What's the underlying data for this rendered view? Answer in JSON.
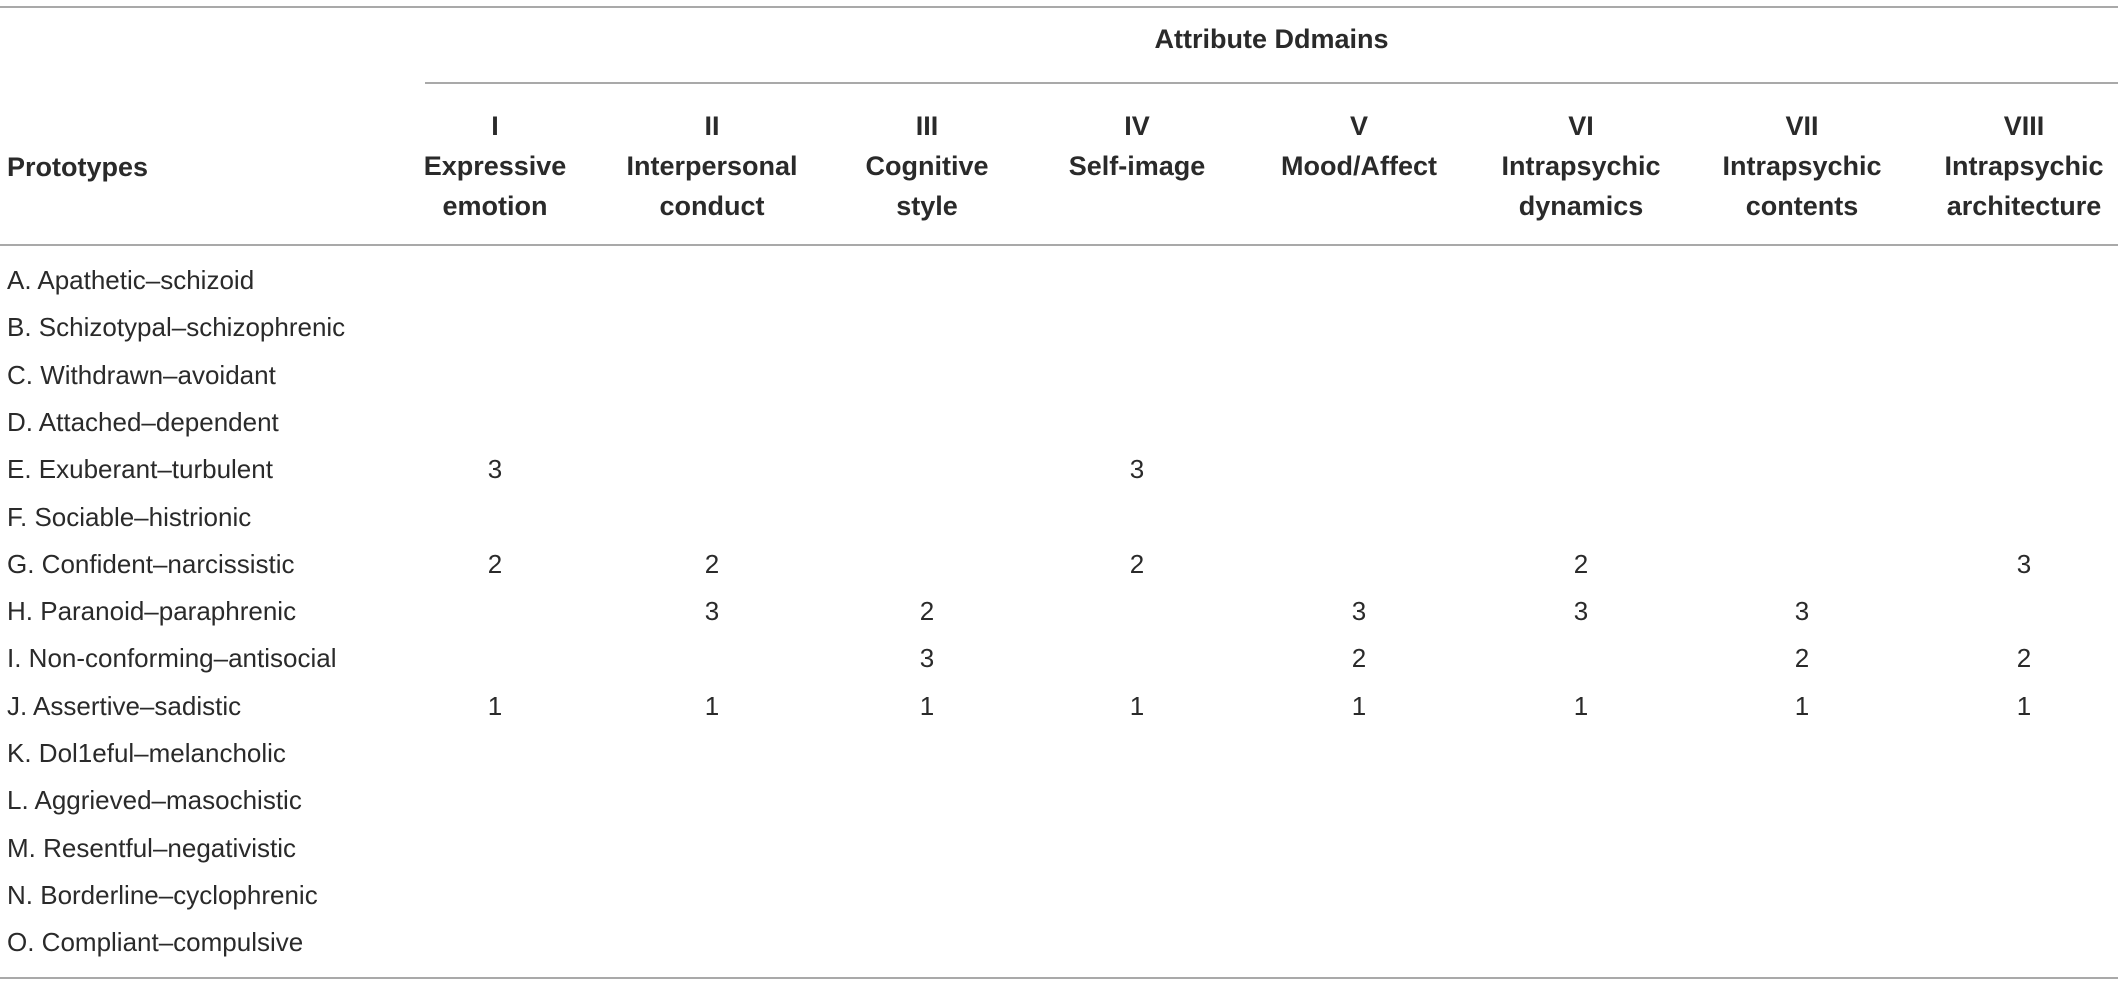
{
  "table": {
    "span_title": "Attribute Ddmains",
    "row_header": "Prototypes",
    "columns": [
      {
        "num": "I",
        "line1": "Expressive",
        "line2": "emotion"
      },
      {
        "num": "II",
        "line1": "Interpersonal",
        "line2": "conduct"
      },
      {
        "num": "III",
        "line1": "Cognitive",
        "line2": "style"
      },
      {
        "num": "IV",
        "line1": "Self-image",
        "line2": ""
      },
      {
        "num": "V",
        "line1": "Mood/Affect",
        "line2": ""
      },
      {
        "num": "VI",
        "line1": "Intrapsychic",
        "line2": "dynamics"
      },
      {
        "num": "VII",
        "line1": "Intrapsychic",
        "line2": "contents"
      },
      {
        "num": "VIII",
        "line1": "Intrapsychic",
        "line2": "architecture"
      }
    ],
    "rows": [
      {
        "label": "A. Apathetic–schizoid",
        "cells": [
          "",
          "",
          "",
          "",
          "",
          "",
          "",
          ""
        ]
      },
      {
        "label": "B. Schizotypal–schizophrenic",
        "cells": [
          "",
          "",
          "",
          "",
          "",
          "",
          "",
          ""
        ]
      },
      {
        "label": "C. Withdrawn–avoidant",
        "cells": [
          "",
          "",
          "",
          "",
          "",
          "",
          "",
          ""
        ]
      },
      {
        "label": "D. Attached–dependent",
        "cells": [
          "",
          "",
          "",
          "",
          "",
          "",
          "",
          ""
        ]
      },
      {
        "label": "E. Exuberant–turbulent",
        "cells": [
          "3",
          "",
          "",
          "3",
          "",
          "",
          "",
          ""
        ]
      },
      {
        "label": "F. Sociable–histrionic",
        "cells": [
          "",
          "",
          "",
          "",
          "",
          "",
          "",
          ""
        ]
      },
      {
        "label": "G. Confident–narcissistic",
        "cells": [
          "2",
          "2",
          "",
          "2",
          "",
          "2",
          "",
          "3"
        ]
      },
      {
        "label": "H. Paranoid–paraphrenic",
        "cells": [
          "",
          "3",
          "2",
          "",
          "3",
          "3",
          "3",
          ""
        ]
      },
      {
        "label": "I. Non-conforming–antisocial",
        "cells": [
          "",
          "",
          "3",
          "",
          "2",
          "",
          "2",
          "2"
        ]
      },
      {
        "label": "J. Assertive–sadistic",
        "cells": [
          "1",
          "1",
          "1",
          "1",
          "1",
          "1",
          "1",
          "1"
        ]
      },
      {
        "label": "K. Dol1eful–melancholic",
        "cells": [
          "",
          "",
          "",
          "",
          "",
          "",
          "",
          ""
        ]
      },
      {
        "label": "L. Aggrieved–masochistic",
        "cells": [
          "",
          "",
          "",
          "",
          "",
          "",
          "",
          ""
        ]
      },
      {
        "label": "M. Resentful–negativistic",
        "cells": [
          "",
          "",
          "",
          "",
          "",
          "",
          "",
          ""
        ]
      },
      {
        "label": "N. Borderline–cyclophrenic",
        "cells": [
          "",
          "",
          "",
          "",
          "",
          "",
          "",
          ""
        ]
      },
      {
        "label": "O. Compliant–compulsive",
        "cells": [
          "",
          "",
          "",
          "",
          "",
          "",
          "",
          ""
        ]
      }
    ]
  }
}
